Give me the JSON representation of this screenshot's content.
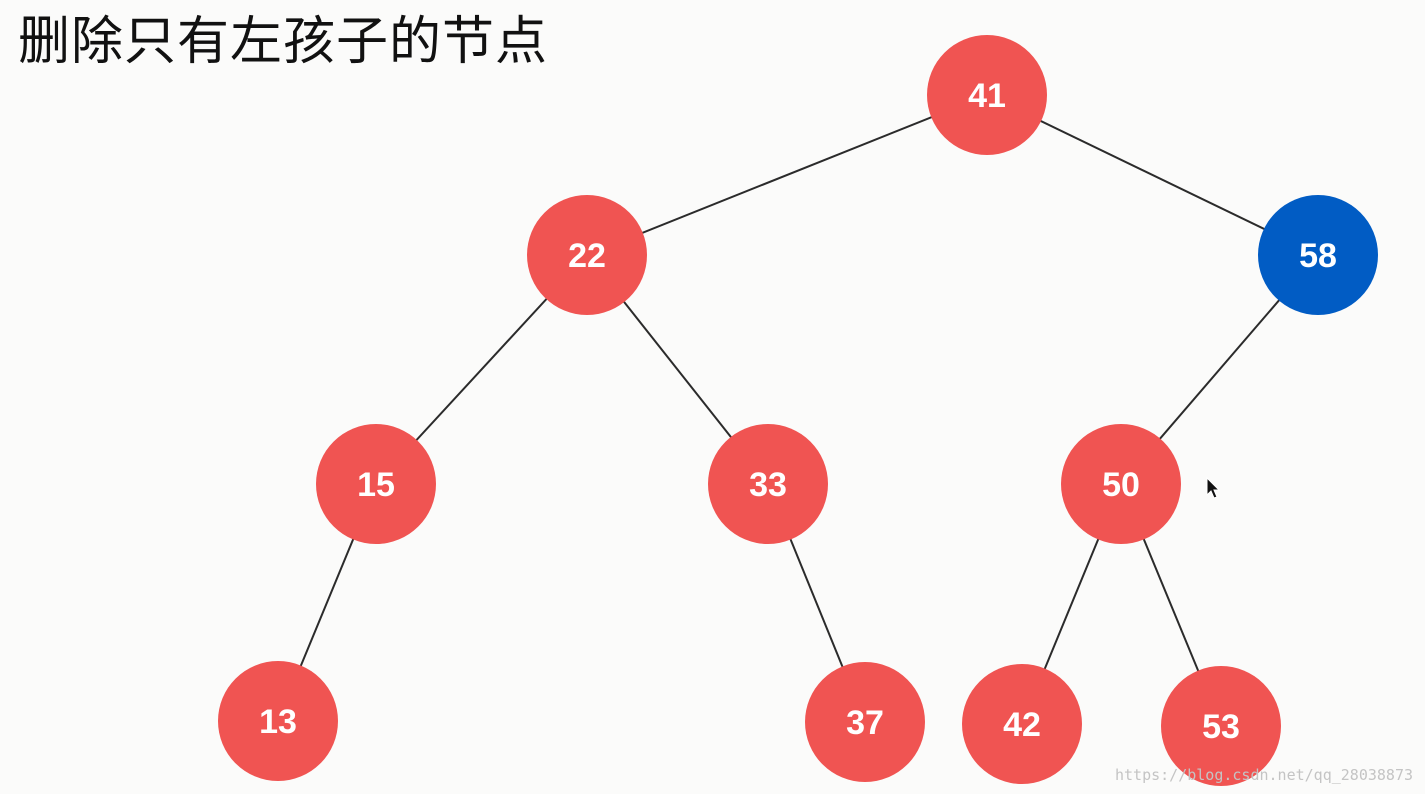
{
  "title": "删除只有左孩子的节点",
  "watermark": "https://blog.csdn.net/qq_28038873",
  "colors": {
    "node_default": "#f05452",
    "node_highlight": "#015cc4",
    "edge": "#2b2b2b",
    "label": "#ffffff",
    "background": "#fbfbfa"
  },
  "tree": {
    "nodes": [
      {
        "id": "n41",
        "label": "41",
        "highlight": false
      },
      {
        "id": "n22",
        "label": "22",
        "highlight": false
      },
      {
        "id": "n58",
        "label": "58",
        "highlight": true
      },
      {
        "id": "n15",
        "label": "15",
        "highlight": false
      },
      {
        "id": "n33",
        "label": "33",
        "highlight": false
      },
      {
        "id": "n50",
        "label": "50",
        "highlight": false
      },
      {
        "id": "n13",
        "label": "13",
        "highlight": false
      },
      {
        "id": "n37",
        "label": "37",
        "highlight": false
      },
      {
        "id": "n42",
        "label": "42",
        "highlight": false
      },
      {
        "id": "n53",
        "label": "53",
        "highlight": false
      }
    ],
    "edges": [
      {
        "from": "n41",
        "to": "n22"
      },
      {
        "from": "n41",
        "to": "n58"
      },
      {
        "from": "n22",
        "to": "n15"
      },
      {
        "from": "n22",
        "to": "n33"
      },
      {
        "from": "n58",
        "to": "n50"
      },
      {
        "from": "n15",
        "to": "n13"
      },
      {
        "from": "n33",
        "to": "n37"
      },
      {
        "from": "n50",
        "to": "n42"
      },
      {
        "from": "n50",
        "to": "n53"
      }
    ]
  }
}
